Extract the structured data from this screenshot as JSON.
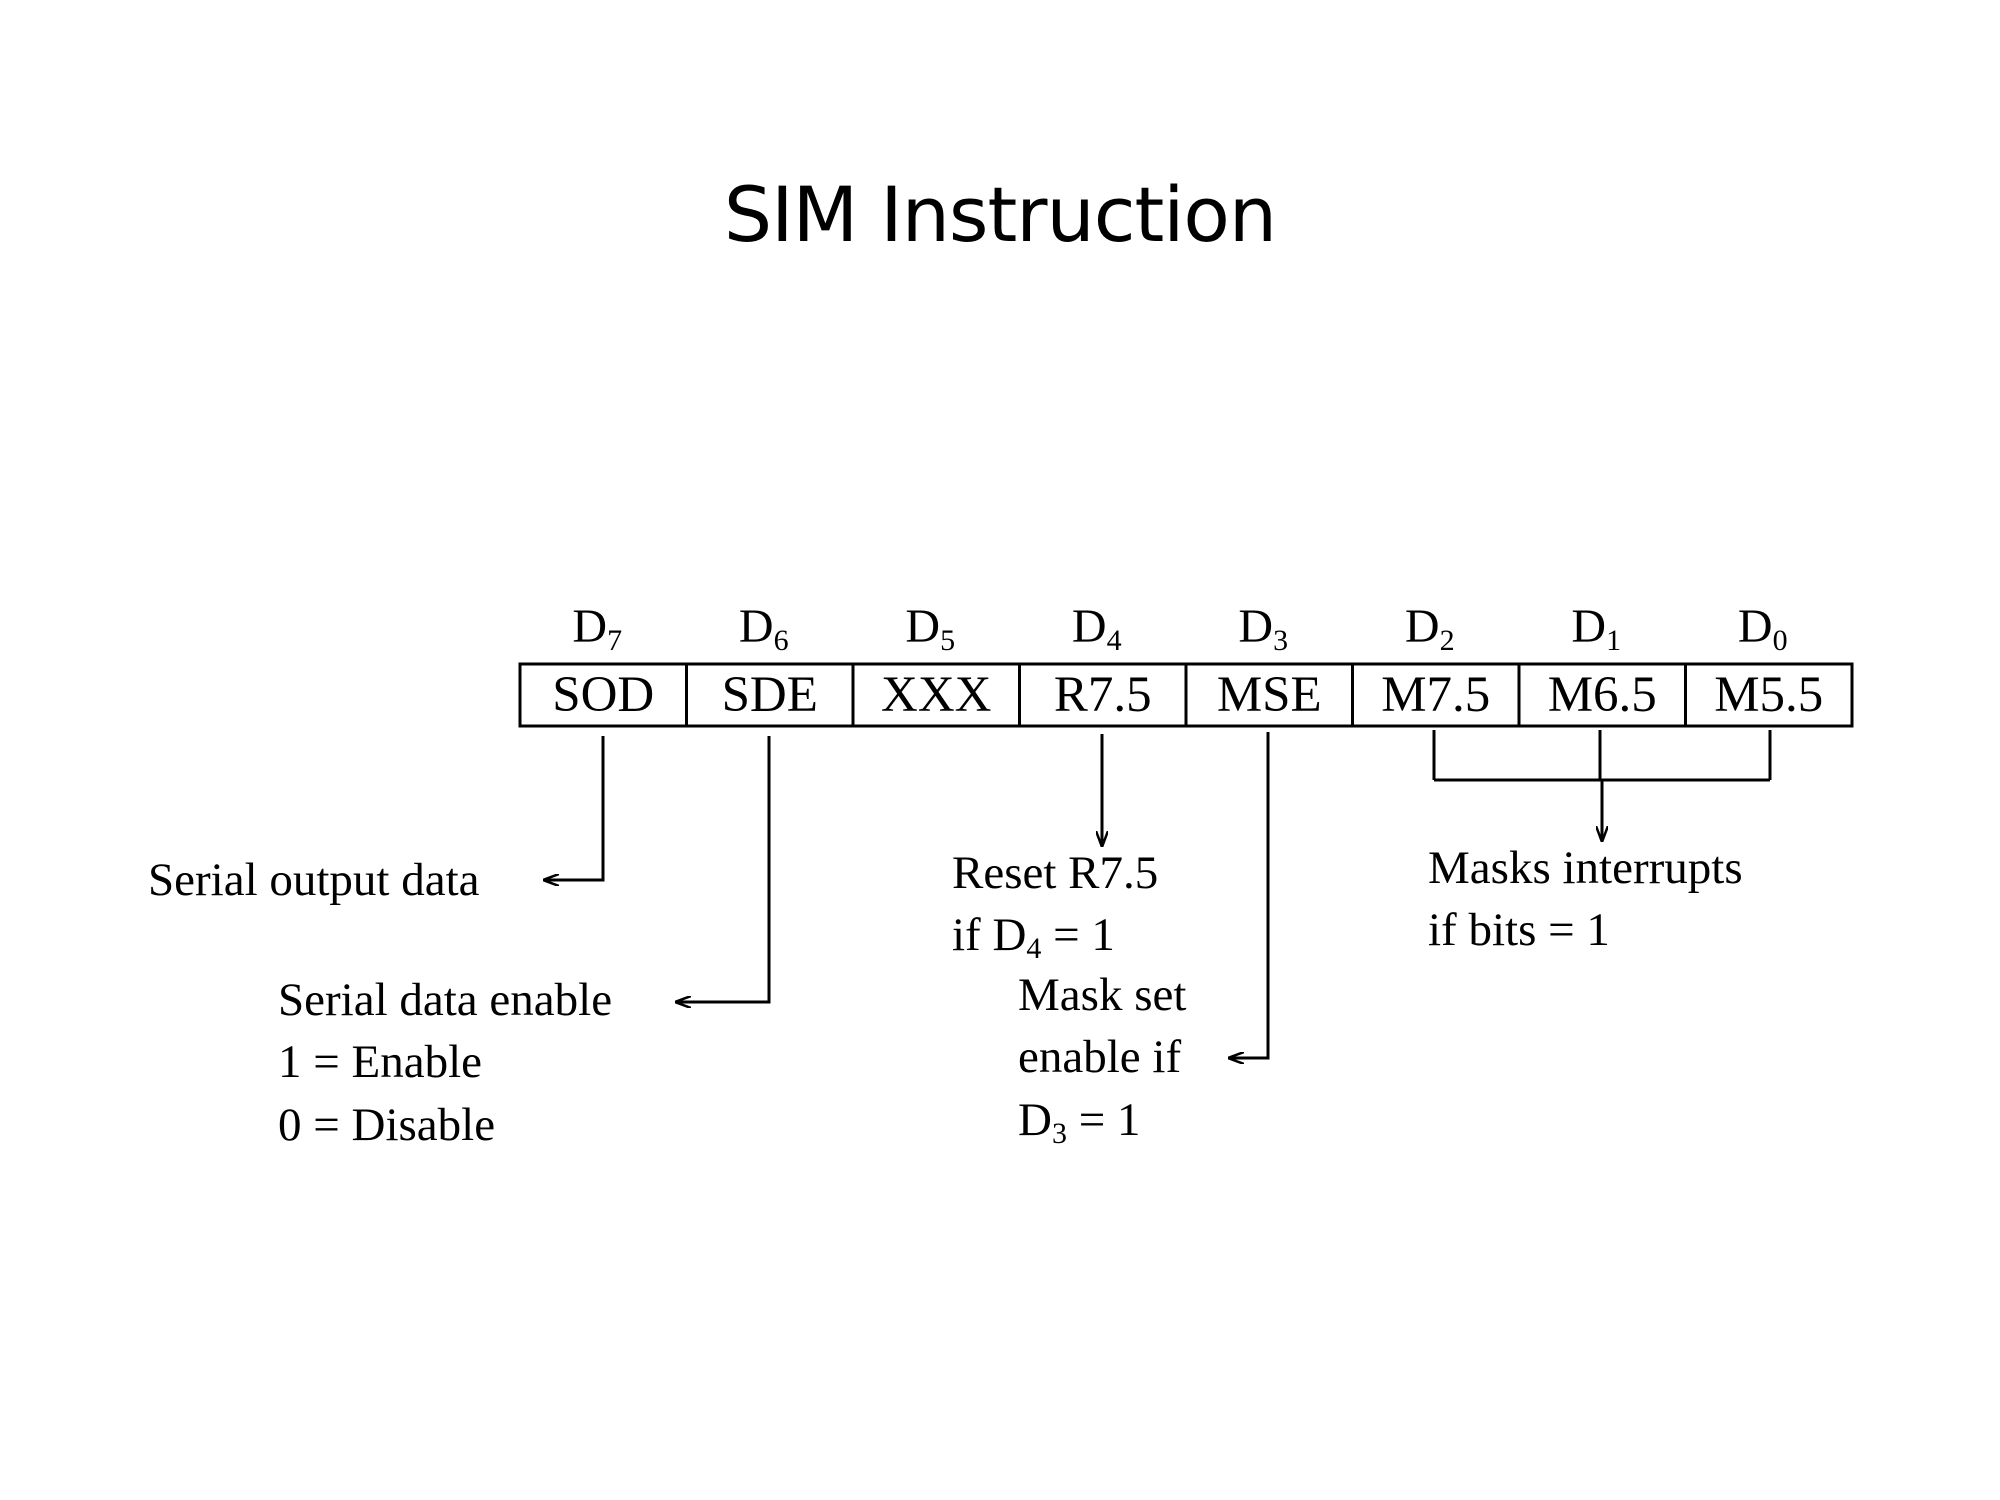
{
  "title": "SIM Instruction",
  "bits": [
    {
      "bit": "D",
      "sub": "7",
      "name": "SOD"
    },
    {
      "bit": "D",
      "sub": "6",
      "name": "SDE"
    },
    {
      "bit": "D",
      "sub": "5",
      "name": "XXX"
    },
    {
      "bit": "D",
      "sub": "4",
      "name": "R7.5"
    },
    {
      "bit": "D",
      "sub": "3",
      "name": "MSE"
    },
    {
      "bit": "D",
      "sub": "2",
      "name": "M7.5"
    },
    {
      "bit": "D",
      "sub": "1",
      "name": "M6.5"
    },
    {
      "bit": "D",
      "sub": "0",
      "name": "M5.5"
    }
  ],
  "notes": {
    "sod": "Serial output data",
    "sde": [
      "Serial data enable",
      "1 = Enable",
      "0 = Disable"
    ],
    "r75": {
      "line1": "Reset R7.5",
      "line2_pre": "if D",
      "line2_sub": "4",
      "line2_post": " = 1"
    },
    "mse": {
      "line1": "Mask set",
      "line2": "enable if",
      "line3_pre": "D",
      "line3_sub": "3",
      "line3_post": " = 1"
    },
    "masks": [
      "Masks interrupts",
      "if bits = 1"
    ]
  }
}
